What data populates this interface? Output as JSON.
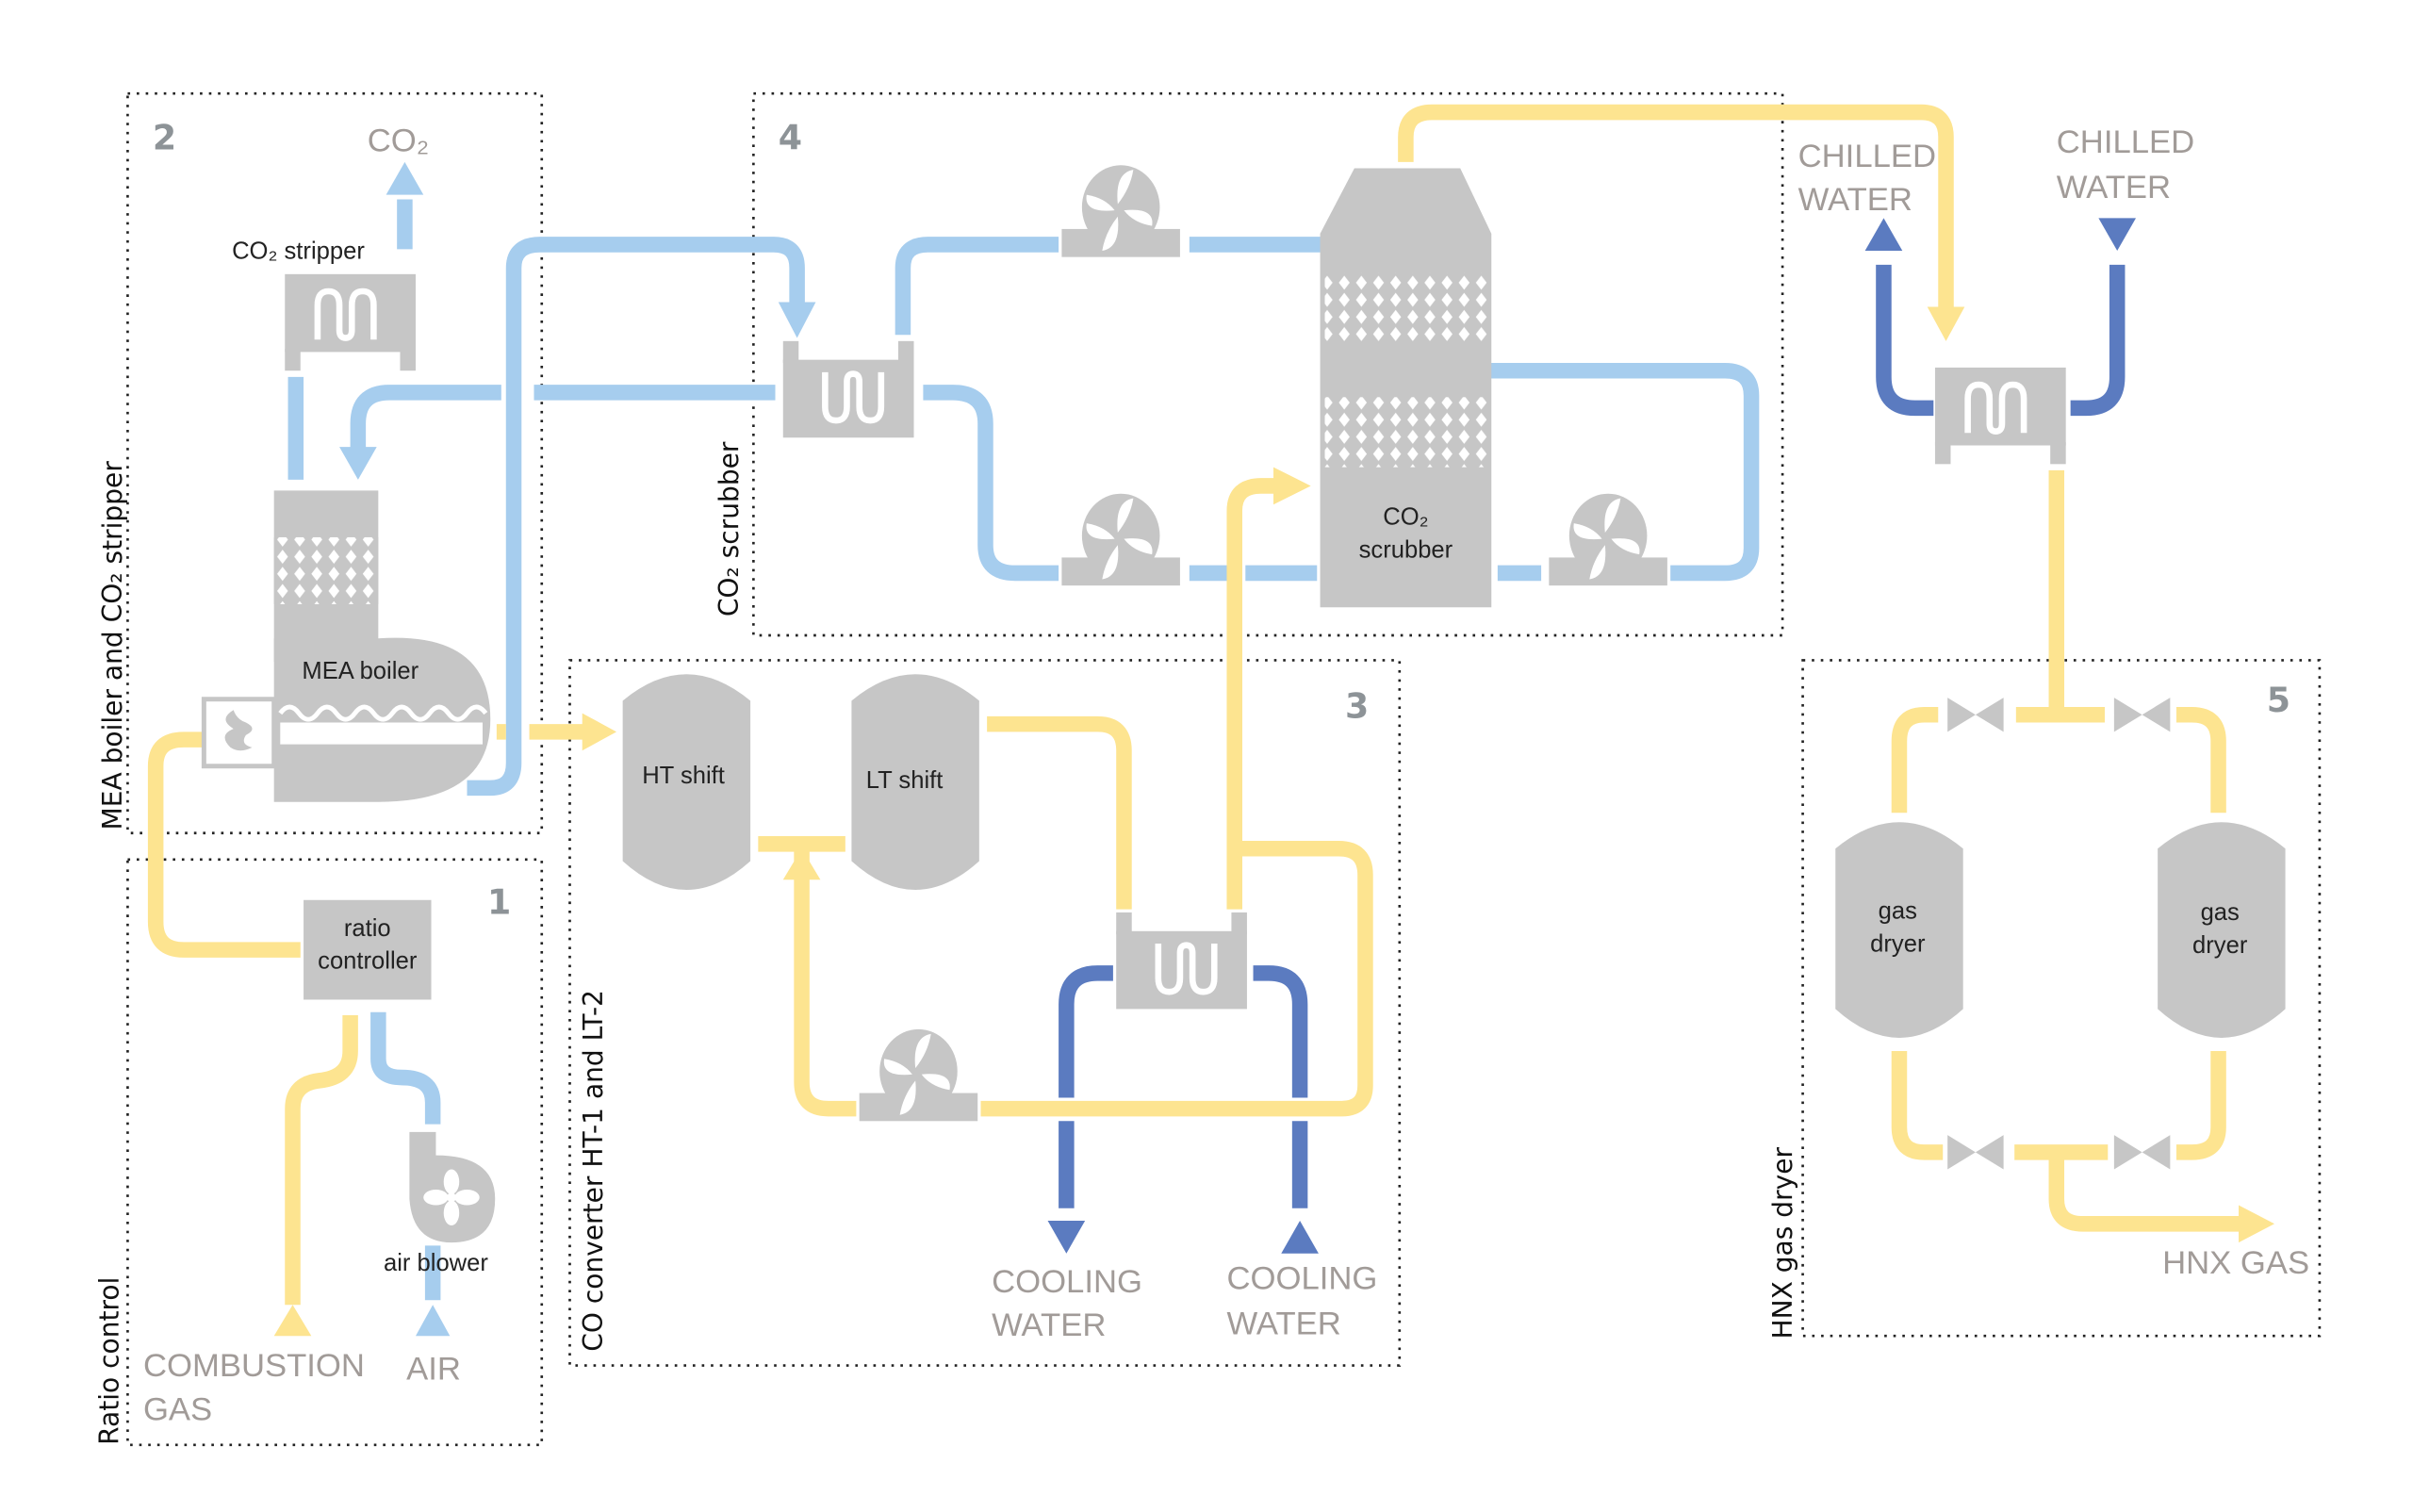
{
  "colors": {
    "equipment": "#c6c6c6",
    "solvent_line": "#a6cdee",
    "gas_line": "#fde490",
    "water_line": "#5b7bc0",
    "label": "#a19b98"
  },
  "sections": [
    {
      "number": "1",
      "title": "Ratio control"
    },
    {
      "number": "2",
      "title": "MEA boiler and CO₂ stripper"
    },
    {
      "number": "3",
      "title": "CO converter HT-1 and LT-2"
    },
    {
      "number": "4",
      "title": "CO₂ scrubber"
    },
    {
      "number": "5",
      "title": "HNX gas dryer"
    }
  ],
  "equipment": {
    "co2_stripper": "CO₂ stripper",
    "mea_boiler": "MEA boiler",
    "ratio_controller": [
      "ratio",
      "controller"
    ],
    "air_blower": "air blower",
    "ht_shift": "HT shift",
    "lt_shift": "LT shift",
    "co2_scrubber": [
      "CO₂",
      "scrubber"
    ],
    "gas_dryer": [
      "gas",
      "dryer"
    ]
  },
  "streams": {
    "co2": "CO₂",
    "combustion_gas": [
      "COMBUSTION",
      "GAS"
    ],
    "air": "AIR",
    "cooling_water": [
      "COOLING",
      "WATER"
    ],
    "chilled_water": [
      "CHILLED",
      "WATER"
    ],
    "hnx_gas": "HNX GAS"
  }
}
